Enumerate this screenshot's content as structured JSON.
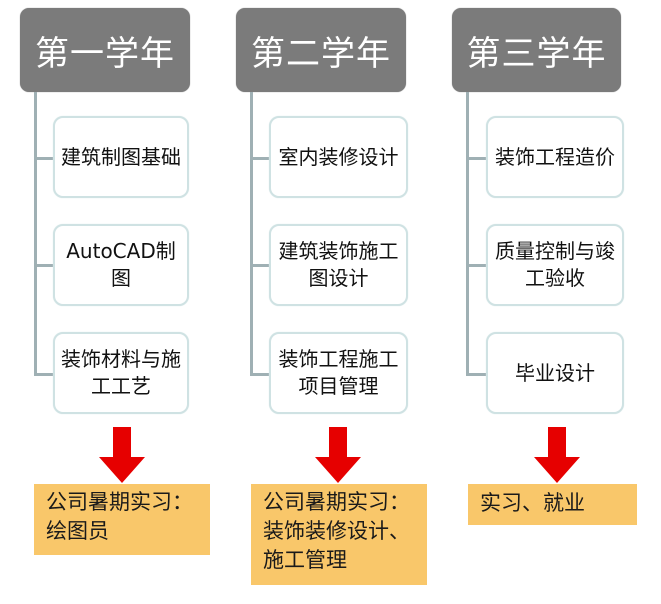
{
  "colors": {
    "header_bg": "#7b7b7b",
    "header_text": "#ffffff",
    "connector": "#9fb0b4",
    "course_border": "#cfe2e3",
    "arrow": "#e60000",
    "internship_bg": "#f9c76a"
  },
  "columns": [
    {
      "header": "第一学年",
      "courses": [
        "建筑制图基础",
        "AutoCAD制图",
        "装饰材料与施工工艺"
      ],
      "outcome": "公司暑期实习：绘图员"
    },
    {
      "header": "第二学年",
      "courses": [
        "室内装修设计",
        "建筑装饰施工图设计",
        "装饰工程施工项目管理"
      ],
      "outcome": "公司暑期实习：装饰装修设计、施工管理"
    },
    {
      "header": "第三学年",
      "courses": [
        "装饰工程造价",
        "质量控制与竣工验收",
        "毕业设计"
      ],
      "outcome": "实习、就业"
    }
  ]
}
